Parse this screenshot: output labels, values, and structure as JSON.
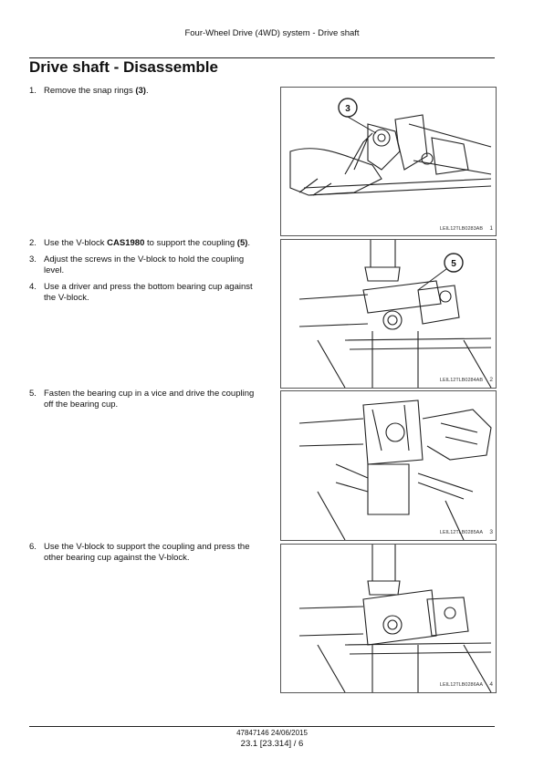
{
  "header": {
    "text": "Four-Wheel Drive (4WD) system - Drive shaft"
  },
  "title": "Drive shaft - Disassemble",
  "steps": [
    {
      "num": "1.",
      "pre": "Remove the snap rings ",
      "bold": "(3)",
      "post": "."
    },
    {
      "num": "2.",
      "pre": "Use the V-block ",
      "bold": "CAS1980",
      "mid": " to support the coupling ",
      "bold2": "(5)",
      "post": "."
    },
    {
      "num": "3.",
      "text": "Adjust the screws in the V-block to hold the coupling level."
    },
    {
      "num": "4.",
      "text": "Use a driver and press the bottom bearing cup against the V-block."
    },
    {
      "num": "5.",
      "text": "Fasten the bearing cup in a vice and drive the coupling off the bearing cup."
    },
    {
      "num": "6.",
      "text": "Use the V-block to support the coupling and press the other bearing cup against the V-block."
    }
  ],
  "figures": [
    {
      "callout": "3",
      "code": "LEIL12TLB0283AB",
      "number": "1"
    },
    {
      "callout": "5",
      "code": "LEIL12TLB0284AB",
      "number": "2"
    },
    {
      "callout": "",
      "code": "LEIL12TLB0285AA",
      "number": "3"
    },
    {
      "callout": "",
      "code": "LEIL12TLB0286AA",
      "number": "4"
    }
  ],
  "footer": {
    "doc": "47847146 24/06/2015",
    "page": "23.1 [23.314] / 6"
  }
}
